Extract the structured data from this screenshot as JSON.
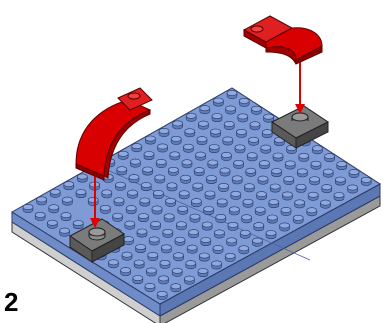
{
  "instruction": {
    "step_number": "2"
  },
  "colors": {
    "plate_top": "#7f9bd6",
    "plate_side_light": "#6f8cc8",
    "plate_side_dark": "#5b78b5",
    "plate_base": "#cfcfcf",
    "plate_base_shadow": "#9a9a9a",
    "stud_top": "#8faae0",
    "stud_side": "#5f7dbb",
    "gray_part_top": "#7b7b7b",
    "gray_part_side": "#555555",
    "red_part": "#d80000",
    "red_part_shadow": "#8e0000",
    "arrow": "#e00000"
  },
  "parts": [
    {
      "name": "large-blue-plate",
      "color": "blue"
    },
    {
      "name": "gray-plate-1x2-left",
      "color": "gray"
    },
    {
      "name": "gray-plate-1x2-right",
      "color": "gray"
    },
    {
      "name": "red-curved-slope-left",
      "color": "red"
    },
    {
      "name": "red-curved-slope-right",
      "color": "red"
    }
  ]
}
